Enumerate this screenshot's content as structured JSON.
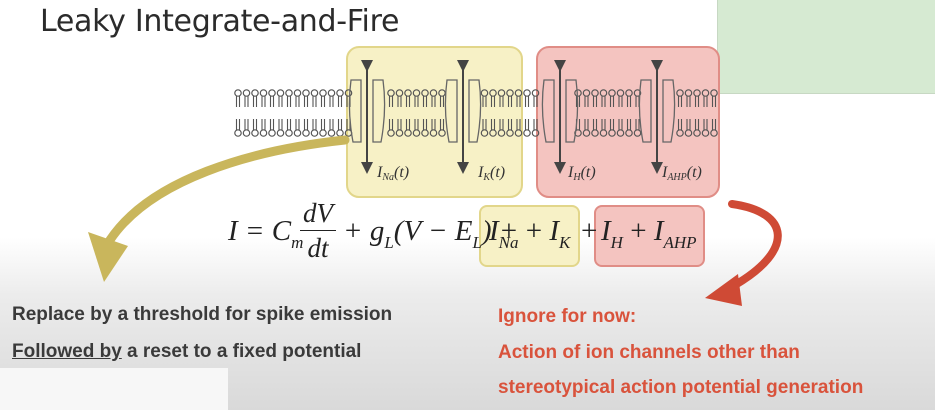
{
  "title": "Leaky Integrate-and-Fire",
  "channels": [
    {
      "symbol": "I",
      "sub": "Na",
      "suffix": "(t)"
    },
    {
      "symbol": "I",
      "sub": "K",
      "suffix": "(t)"
    },
    {
      "symbol": "I",
      "sub": "H",
      "suffix": "(t)"
    },
    {
      "symbol": "I",
      "sub": "AHP",
      "suffix": "(t)"
    }
  ],
  "equation": {
    "lhs": "I = C",
    "lhs_sub": "m",
    "frac_num": "dV",
    "frac_den": "dt",
    "leak_a": "+ g",
    "leak_sub": "L",
    "leak_b": "(V − E",
    "leak_sub2": "L",
    "leak_c": ") +",
    "na_k": [
      {
        "sym": "I",
        "sub": "Na"
      },
      {
        "op": "+"
      },
      {
        "sym": "I",
        "sub": "K"
      }
    ],
    "plus": "+",
    "h_ahp": [
      {
        "sym": "I",
        "sub": "H"
      },
      {
        "op": "+"
      },
      {
        "sym": "I",
        "sub": "AHP"
      }
    ]
  },
  "left_text": {
    "line1": "Replace by a threshold for spike emission",
    "line2_underlined": "Followed by",
    "line2_rest": " a reset to a fixed potential"
  },
  "right_text": {
    "line1": "Ignore for now:",
    "line2": "Action of ion channels other than",
    "line3": "stereotypical action potential generation"
  },
  "colors": {
    "yellow_fill": "#f7f1c6",
    "yellow_stroke": "#e2d68a",
    "red_fill": "#f4c4c0",
    "red_stroke": "#e08d86",
    "left_arrow": "#c9b65c",
    "right_arrow": "#cf4a35",
    "red_text": "#d9533c",
    "green_box": "#d6ead2"
  }
}
